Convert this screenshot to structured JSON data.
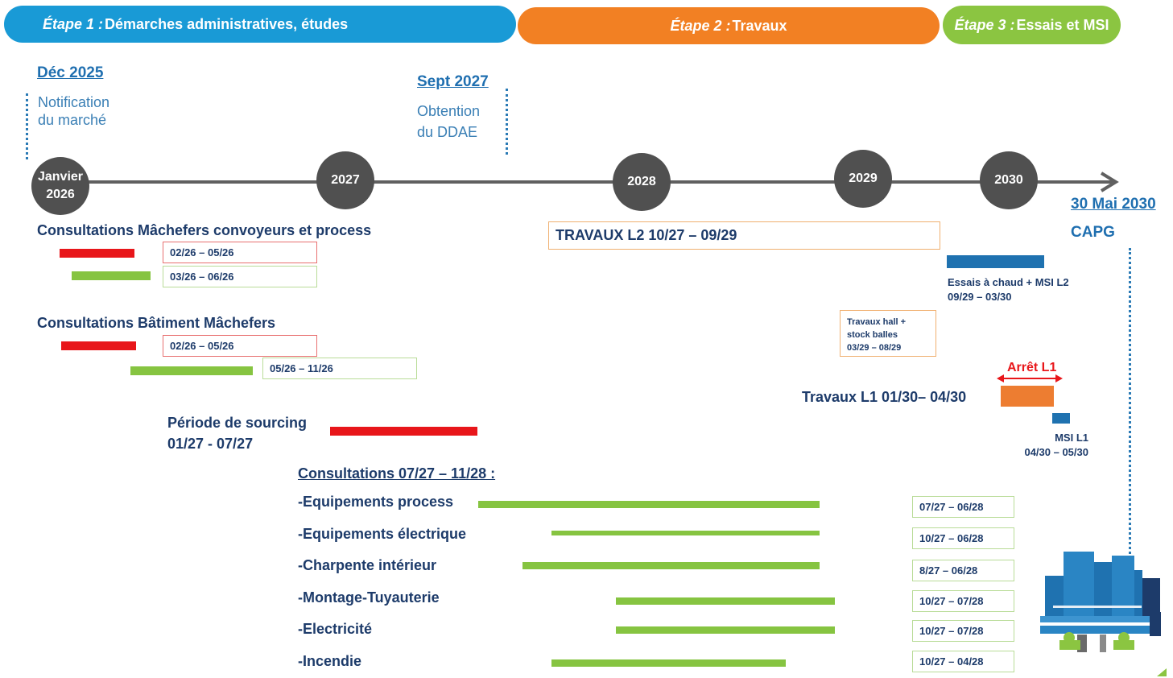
{
  "phases": {
    "p1_num": "Étape 1 :",
    "p1_text": "Démarches administratives, études",
    "p2_num": "Étape 2 :",
    "p2_text": "Travaux",
    "p3_num": "Étape 3 :",
    "p3_text": "Essais et MSI",
    "colors": {
      "p1": "#199ad6",
      "p2": "#f28023",
      "p3": "#8bc541"
    }
  },
  "milestones": {
    "m1_date": "Déc 2025",
    "m1_line1": "Notification",
    "m1_line2": "du marché",
    "m2_date": "Sept 2027",
    "m2_line1": "Obtention",
    "m2_line2": "du DDAE",
    "m3_date": "30 Mai 2030",
    "m3_text": "CAPG"
  },
  "timeline": {
    "n0_line1": "Janvier",
    "n0_line2": "2026",
    "n1": "2027",
    "n2": "2028",
    "n3": "2029",
    "n4": "2030"
  },
  "group1": {
    "title": "Consultations Mâchefers convoyeurs et process",
    "red_date": "02/26 – 05/26",
    "green_date": "03/26 – 06/26"
  },
  "group2": {
    "title": "Consultations Bâtiment Mâchefers",
    "red_date": "02/26 – 05/26",
    "green_date": "05/26 – 11/26"
  },
  "sourcing": {
    "line1": "Période de sourcing",
    "line2": "01/27 - 07/27"
  },
  "consultations": {
    "title": "Consultations 07/27 – 11/28 :",
    "items": [
      {
        "label": "-Equipements process",
        "dates": "07/27 – 06/28"
      },
      {
        "label": "-Equipements électrique",
        "dates": "10/27 – 06/28"
      },
      {
        "label": "-Charpente intérieur",
        "dates": "8/27 – 06/28"
      },
      {
        "label": "-Montage-Tuyauterie",
        "dates": "10/27 – 07/28"
      },
      {
        "label": "-Electricité",
        "dates": "10/27 – 07/28"
      },
      {
        "label": "-Incendie",
        "dates": "10/27 – 04/28"
      }
    ]
  },
  "works": {
    "l2": "TRAVAUX L2  10/27 – 09/29",
    "essais_line1": "Essais à chaud + MSI L2",
    "essais_line2": "09/29 – 03/30",
    "hall_line1": "Travaux hall +",
    "hall_line2": "stock balles",
    "hall_line3": "03/29 – 08/29",
    "arret": "Arrêt L1",
    "l1": "Travaux L1  01/30– 04/30",
    "msi_line1": "MSI L1",
    "msi_line2": "04/30 – 05/30"
  },
  "icons": {
    "plant": "incineration-plant-icon"
  }
}
